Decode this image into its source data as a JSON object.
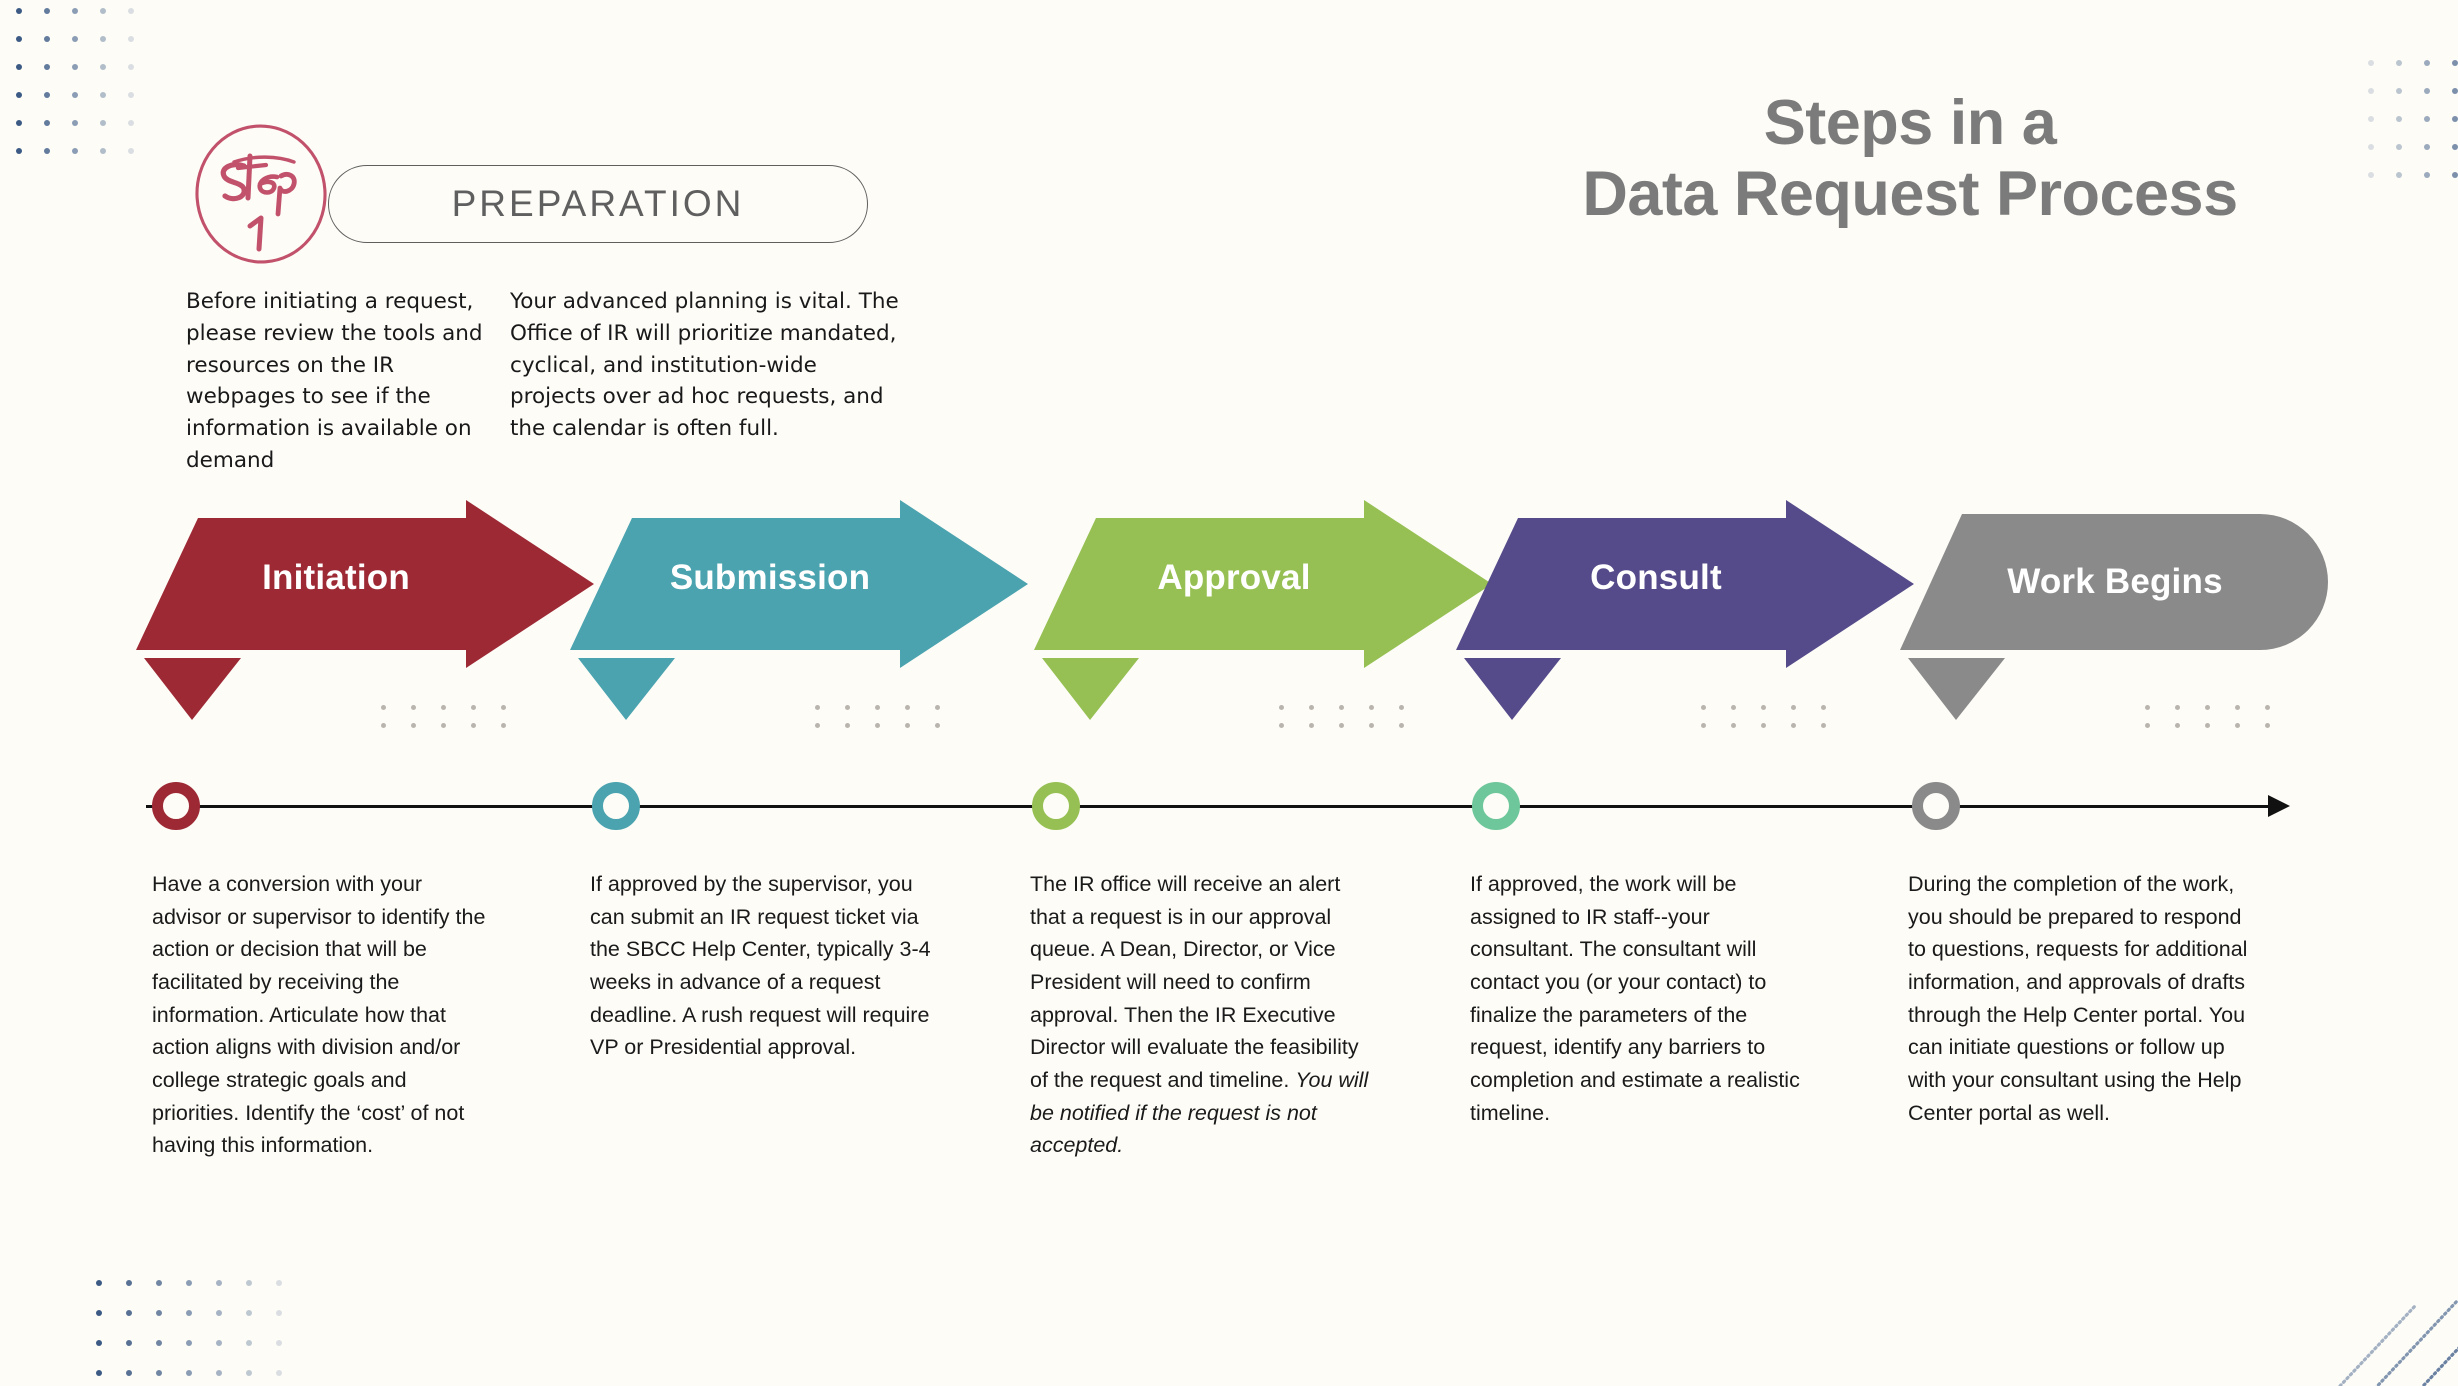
{
  "page": {
    "background_color": "#fdfcf7",
    "title_line_1": "Steps in a",
    "title_line_2": "Data Request Process",
    "title_color": "#7b7b7b"
  },
  "step_badge": {
    "word": "Step",
    "number": "1",
    "color": "#c2516b"
  },
  "preparation": {
    "header_label": "PREPARATION",
    "header_color": "#5f5f5f",
    "columns": [
      "Before initiating a request, please review the tools and resources on the IR webpages to see if the information is available on demand",
      "Your advanced planning is  vital. The Office of IR will prioritize mandated, cyclical, and institution-wide projects over ad hoc requests, and the calendar is often full."
    ]
  },
  "stages": [
    {
      "label": "Initiation",
      "arrow_color": "#9d2935",
      "node_color": "#9d2935",
      "shape": "arrow",
      "description_plain": "Have a conversion with your advisor or supervisor to identify the action or decision that will be facilitated by receiving the information. Articulate how that action aligns with division and/or college strategic goals and priorities. Identify the ‘cost’ of not having this information.",
      "description_italic": ""
    },
    {
      "label": "Submission",
      "arrow_color": "#4aa3af",
      "node_color": "#4aa3af",
      "shape": "arrow",
      "description_plain": "If approved by the supervisor, you can submit an IR request ticket via the SBCC Help Center, typically 3-4 weeks in advance of a request deadline. A rush request will require VP or Presidential approval.",
      "description_italic": ""
    },
    {
      "label": "Approval",
      "arrow_color": "#96c053",
      "node_color": "#96c053",
      "shape": "arrow",
      "description_plain": "The IR office will receive an alert that a request is in our approval queue. A Dean, Director, or Vice President will need to confirm approval. Then the IR Executive Director will evaluate the feasibility of the request and timeline. ",
      "description_italic": "You will be notified if the request is not accepted."
    },
    {
      "label": "Consult",
      "arrow_color": "#564b8a",
      "node_color": "#6ec79a",
      "shape": "arrow",
      "description_plain": "If approved, the work will be assigned to IR staff--your consultant. The consultant will contact you (or your contact) to finalize the parameters of the request, identify any barriers to completion and estimate a realistic timeline.",
      "description_italic": ""
    },
    {
      "label": "Work Begins",
      "arrow_color": "#8a8a8a",
      "node_color": "#8a8a8a",
      "shape": "rounded",
      "description_plain": "During the completion of the work, you should be prepared to respond to questions, requests for additional information, and approvals of drafts through the Help Center portal. You can initiate questions or follow up with your consultant using the Help Center portal as well.",
      "description_italic": ""
    }
  ],
  "decor": {
    "dot_color": "#3c5a84",
    "stage_dot_color": "#b9b5ae",
    "diagonal_line_color": "#5b7499"
  }
}
